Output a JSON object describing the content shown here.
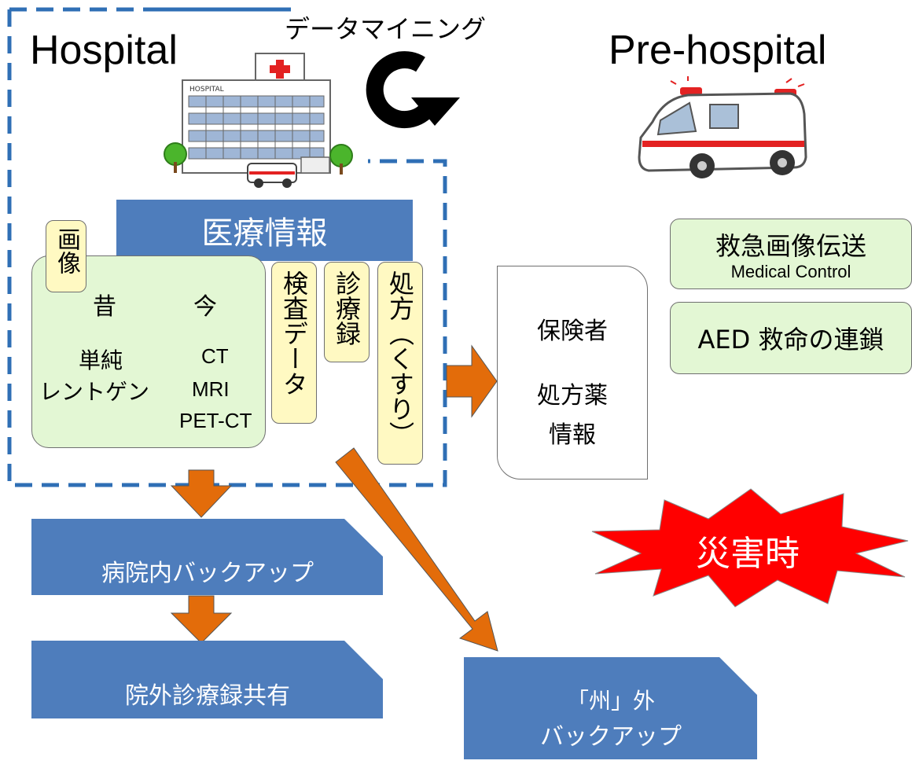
{
  "hospital": {
    "title": "Hospital",
    "data_mining": "データマイニング",
    "medical_info": "医療情報",
    "image_tag": "画像",
    "imaging": {
      "past": "昔",
      "now": "今",
      "past_item1": "単純",
      "past_item2": "レントゲン",
      "now_item1": "CT",
      "now_item2": "MRI",
      "now_item3": "PET-CT"
    },
    "lab_data": "検査データ",
    "medical_record": "診療録",
    "prescription": "処方（くすり）"
  },
  "prehospital": {
    "title": "Pre-hospital",
    "transmission_title": "救急画像伝送",
    "transmission_sub": "Medical Control",
    "aed": "AED 救命の連鎖"
  },
  "insurer": {
    "line1": "保険者",
    "line2": "処方薬",
    "line3": "情報"
  },
  "disaster": "災害時",
  "backup": {
    "in_hospital": "病院内バックアップ",
    "outside_share": "院外診療録共有",
    "outside_state_line1": "「州」外",
    "outside_state_line2": "バックアップ"
  },
  "building_sign": "HOSPITAL",
  "colors": {
    "arrow": "#e36c0a",
    "blue_box": "#4e7dbc",
    "dashed_border": "#2f6fb5",
    "disaster_red": "#ff0000"
  }
}
